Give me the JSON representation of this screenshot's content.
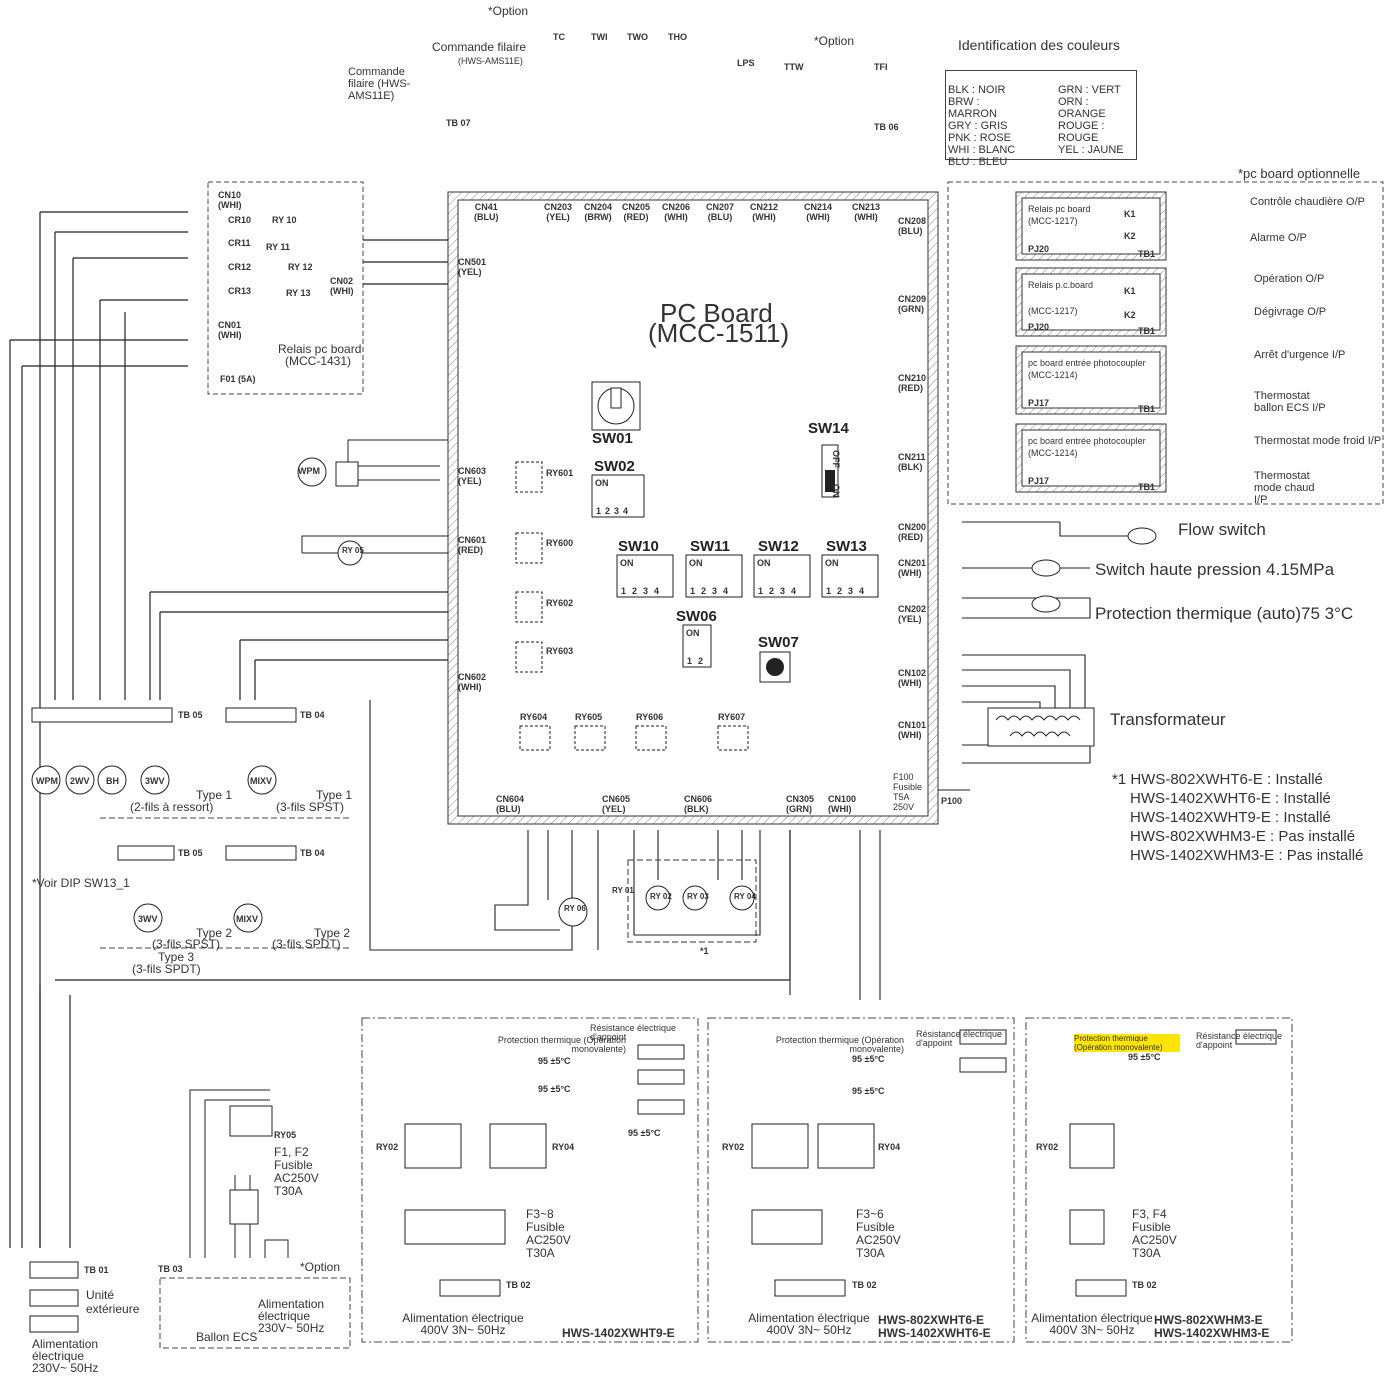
{
  "top": {
    "option1": "*Option",
    "option2": "*Option",
    "remote1_title": "Commande filaire",
    "remote1_model": "(HWS-AMS11E)",
    "remote2_title": "Commande filaire (HWS-AMS11E)",
    "tb07": "TB 07",
    "tb06": "TB 06",
    "sensors": [
      "TC",
      "TWI",
      "TWO",
      "THO"
    ],
    "lps": "LPS",
    "ttw": "TTW",
    "tfi": "TFI"
  },
  "color_legend": {
    "title": "Identification des couleurs",
    "left": [
      "BLK : NOIR",
      "BRW :",
      "MARRON",
      "GRY : GRIS",
      "PNK : ROSE",
      "WHI : BLANC",
      "BLU : BLEU"
    ],
    "right": [
      "GRN : VERT",
      "ORN : ORANGE",
      "ROUGE :",
      "ROUGE",
      "YEL : JAUNE"
    ]
  },
  "main_board": {
    "title": "PC Board",
    "model": "(MCC-1511)",
    "top_connectors": [
      {
        "name": "CN41",
        "color": "(BLU)"
      },
      {
        "name": "CN203",
        "color": "(YEL)"
      },
      {
        "name": "CN204",
        "color": "(BRW)"
      },
      {
        "name": "CN205",
        "color": "(RED)"
      },
      {
        "name": "CN206",
        "color": "(WHI)"
      },
      {
        "name": "CN207",
        "color": "(BLU)"
      },
      {
        "name": "CN212",
        "color": "(WHI)"
      },
      {
        "name": "CN214",
        "color": "(WHI)"
      },
      {
        "name": "CN213",
        "color": "(WHI)"
      }
    ],
    "switches": [
      "SW01",
      "SW02",
      "SW14",
      "SW10",
      "SW11",
      "SW12",
      "SW13",
      "SW06",
      "SW07"
    ],
    "on": "ON",
    "off": "OFF",
    "dip4": [
      "1",
      "2",
      "3",
      "4"
    ],
    "dip2": [
      "1",
      "2"
    ],
    "left_connectors": [
      {
        "name": "CN501",
        "color": "(YEL)"
      },
      {
        "name": "CN603",
        "color": "(YEL)"
      },
      {
        "name": "CN601",
        "color": "(RED)"
      },
      {
        "name": "CN602",
        "color": "(WHI)"
      }
    ],
    "relays": [
      "RY601",
      "RY600",
      "RY602",
      "RY603",
      "RY604",
      "RY605",
      "RY606",
      "RY607"
    ],
    "bottom_connectors": [
      {
        "name": "CN604",
        "color": "(BLU)"
      },
      {
        "name": "CN605",
        "color": "(YEL)"
      },
      {
        "name": "CN606",
        "color": "(BLK)"
      },
      {
        "name": "CN305",
        "color": "(GRN)"
      },
      {
        "name": "CN100",
        "color": "(WHI)"
      }
    ],
    "right_connectors": [
      {
        "name": "CN208",
        "color": "(BLU)"
      },
      {
        "name": "CN209",
        "color": "(GRN)"
      },
      {
        "name": "CN210",
        "color": "(RED)"
      },
      {
        "name": "CN211",
        "color": "(BLK)"
      },
      {
        "name": "CN200",
        "color": "(RED)"
      },
      {
        "name": "CN201",
        "color": "(WHI)"
      },
      {
        "name": "CN202",
        "color": "(YEL)"
      },
      {
        "name": "CN102",
        "color": "(WHI)"
      },
      {
        "name": "CN101",
        "color": "(WHI)"
      }
    ],
    "fuse": [
      "F100",
      "Fusible",
      "T5A",
      "250V"
    ],
    "p100": "P100"
  },
  "relay_board": {
    "cn10": "CN10",
    "cn10_color": "(WHI)",
    "cn01": "CN01",
    "cn01_color": "(WHI)",
    "cn02": "CN02",
    "cn02_color": "(WHI)",
    "crs": [
      "CR10",
      "CR11",
      "CR12",
      "CR13"
    ],
    "rys": [
      "RY 10",
      "RY 11",
      "RY 12",
      "RY 13"
    ],
    "title": "Relais pc board",
    "model": "(MCC-1431)",
    "fuse": "F01 (5A)"
  },
  "optional_boards": {
    "header": "*pc board optionnelle",
    "boards": [
      {
        "title": "Relais pc board",
        "model": "(MCC-1217)",
        "pj": "PJ20",
        "outputs": [
          "Contrôle chaudière O/P",
          "Alarme O/P"
        ]
      },
      {
        "title": "Relais p.c.board",
        "model": "(MCC-1217)",
        "pj": "PJ20",
        "outputs": [
          "Opération O/P",
          "Dégivrage O/P"
        ]
      },
      {
        "title": "pc board entrée photocoupler",
        "model": "(MCC-1214)",
        "pj": "PJ17",
        "outputs": [
          "Arrêt d'urgence I/P",
          "Thermostat ballon ECS I/P"
        ]
      },
      {
        "title": "pc board entrée photocoupler",
        "model": "(MCC-1214)",
        "pj": "PJ17",
        "outputs": [
          "Thermostat mode froid I/P",
          "Thermostat mode chaud I/P"
        ]
      }
    ],
    "k1": "K1",
    "k2": "K2",
    "tb1": "TB1"
  },
  "right_labels": {
    "flow_switch": "Flow switch",
    "hp_switch": "Switch haute pression 4.15MPa",
    "thermal": "Protection thermique (auto)75 3°C",
    "transformer": "Transformateur"
  },
  "models_note": [
    "*1 HWS-802XWHT6-E : Installé",
    "HWS-1402XWHT6-E : Installé",
    "HWS-1402XWHT9-E : Installé",
    "HWS-802XWHM3-E : Pas installé",
    "HWS-1402XWHM3-E : Pas installé"
  ],
  "left_devices": {
    "tb05": "TB 05",
    "tb04": "TB 04",
    "motors": [
      "WPM",
      "2WV",
      "BH",
      "3WV",
      "MIXV"
    ],
    "type1a": "Type 1",
    "type1a_sub": "(2-fils à ressort)",
    "type1b": "Type 1",
    "type1b_sub": "(3-fils SPST)",
    "type2a": "Type 2",
    "type2a_sub": "(3-fils SPST)",
    "type2b": "Type 2",
    "type2b_sub": "(3-fils SPDT)",
    "type3": "Type 3",
    "type3_sub": "(3-fils SPDT)",
    "dip_note": "*Voir DIP SW13_1",
    "wpm": "WPM",
    "ry05": "RY 05",
    "ry06": "RY 06",
    "ry01": "RY 01",
    "ry02": "RY 02",
    "ry03": "RY 03",
    "ry04": "RY 04",
    "star1": "*1"
  },
  "bottom": {
    "tb01": "TB 01",
    "outdoor": "Unité extérieure",
    "supply": "Alimentation électrique 230V~ 50Hz",
    "tb03": "TB 03",
    "ballon": "Ballon ECS",
    "supply2": "Alimentation électrique 230V~ 50Hz",
    "option": "*Option",
    "ry05": "RY05",
    "fuse12": "F1, F2 Fusible AC250V T30A",
    "panels": [
      {
        "model": "HWS-1402XWHT9-E",
        "fuses": "F3~8 Fusible AC250V T30A",
        "supply": "Alimentation électrique 400V 3N~ 50Hz"
      },
      {
        "model": "HWS-802XWHT6-E HWS-1402XWHT6-E",
        "fuses": "F3~6 Fusible AC250V T30A",
        "supply": "Alimentation électrique 400V 3N~ 50Hz"
      },
      {
        "model": "HWS-802XWHM3-E HWS-1402XWHM3-E",
        "fuses": "F3, F4 Fusible AC250V T30A",
        "supply": "Alimentation électrique 400V 3N~ 50Hz"
      }
    ],
    "thermal_prot": "Protection thermique (Opération monovalente)",
    "resistance": "Résistance électrique d'appoint",
    "temp": "95 ±5°C",
    "tb02": "TB 02",
    "ry02": "RY02",
    "ry04": "RY04"
  }
}
